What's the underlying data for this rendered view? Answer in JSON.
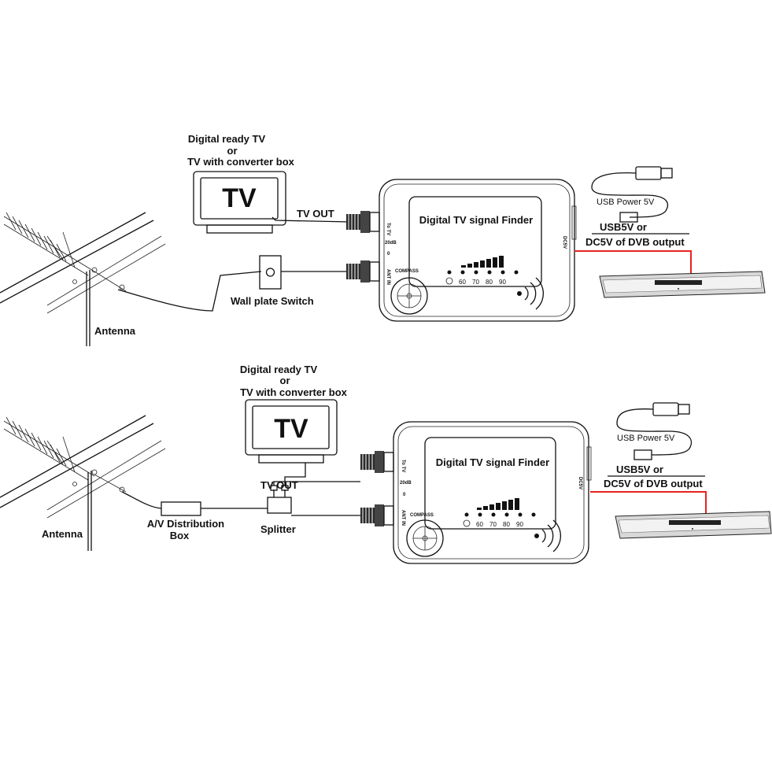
{
  "diagram_top": {
    "tv_caption": [
      "Digital ready TV",
      "or",
      "TV with converter box"
    ],
    "tv_text": "TV",
    "tv_out_label": "TV OUT",
    "wall_plate_label": "Wall plate Switch",
    "antenna_label": "Antenna",
    "finder": {
      "title": "Digital TV signal Finder",
      "to_tv": "To TV",
      "db_20": "20dB",
      "db_0": "0",
      "ant_in": "ANT IN",
      "compass": "COMPASS",
      "dc5v": "DC5V",
      "ticks": [
        "60",
        "70",
        "80",
        "90"
      ]
    },
    "usb_power_label": "USB Power 5V",
    "power_caption": [
      "USB5V or",
      "DC5V of DVB output"
    ]
  },
  "diagram_bottom": {
    "tv_caption": [
      "Digital ready TV",
      "or",
      "TV with converter box"
    ],
    "tv_text": "TV",
    "tv_out_label": "TV OUT",
    "distribution_label": [
      "A/V Distribution",
      "Box"
    ],
    "splitter_label": "Splitter",
    "antenna_label": "Antenna",
    "finder": {
      "title": "Digital TV signal Finder",
      "to_tv": "To TV",
      "db_20": "20dB",
      "db_0": "0",
      "ant_in": "ANT IN",
      "compass": "COMPASS",
      "dc5v": "DC5V",
      "ticks": [
        "60",
        "70",
        "80",
        "90"
      ]
    },
    "usb_power_label": "USB Power 5V",
    "power_caption": [
      "USB5V or",
      "DC5V of DVB output"
    ]
  },
  "colors": {
    "line": "#111111",
    "power_cable": "#e8231e",
    "device_fill": "#ffffff",
    "connector": "#2a2a2a"
  }
}
